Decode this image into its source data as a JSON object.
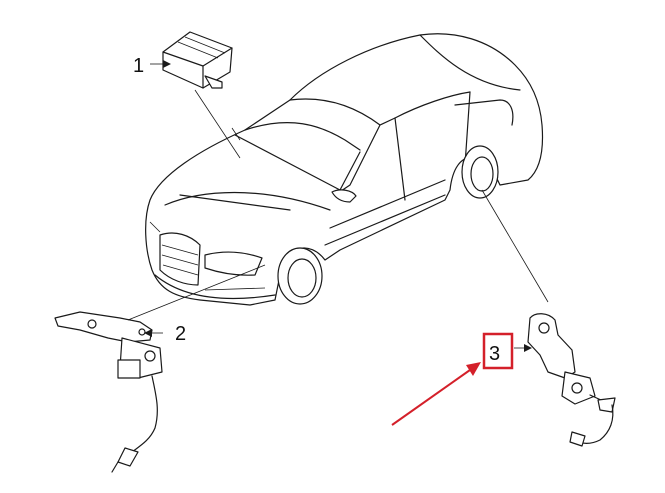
{
  "parts": [
    {
      "number": "1"
    },
    {
      "number": "2"
    },
    {
      "number": "3"
    }
  ],
  "colors": {
    "line": "#1a1a1a",
    "highlight_box": "#d4202a",
    "arrow": "#d4202a",
    "background": "#ffffff"
  },
  "highlighted_part": "3"
}
